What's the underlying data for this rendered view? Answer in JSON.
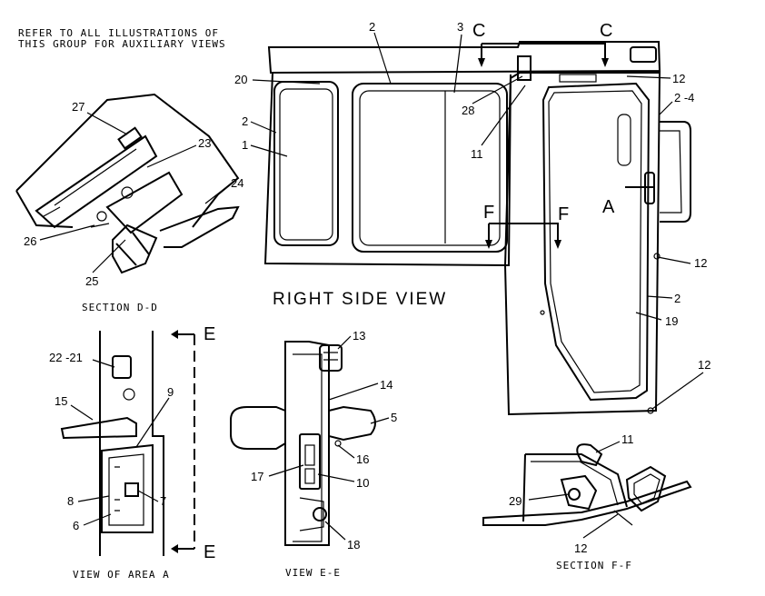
{
  "note": {
    "line1": "REFER TO ALL ILLUSTRATIONS OF",
    "line2": "THIS GROUP FOR AUXILIARY VIEWS"
  },
  "main_view": {
    "title": "RIGHT SIDE VIEW",
    "section_c": "C",
    "section_f": "F",
    "area_a": "A",
    "callouts": [
      "2",
      "3",
      "20",
      "2",
      "1",
      "28",
      "11",
      "12",
      "2 -4",
      "12",
      "2",
      "19",
      "12"
    ]
  },
  "section_dd": {
    "caption": "SECTION D-D",
    "callouts": [
      "27",
      "23",
      "24",
      "26",
      "25"
    ]
  },
  "view_area_a": {
    "caption": "VIEW OF AREA A",
    "section_e": "E",
    "callouts": [
      "22 -21",
      "15",
      "9",
      "8",
      "7",
      "6"
    ]
  },
  "view_ee": {
    "caption": "VIEW E-E",
    "callouts": [
      "13",
      "14",
      "5",
      "16",
      "17",
      "10",
      "18"
    ]
  },
  "section_ff": {
    "caption": "SECTION F-F",
    "callouts": [
      "11",
      "29",
      "12"
    ]
  }
}
